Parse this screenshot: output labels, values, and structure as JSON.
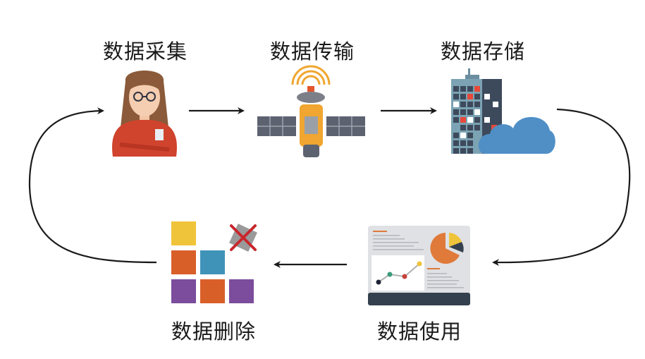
{
  "stages": [
    {
      "label": "数据采集",
      "icon": "person-icon"
    },
    {
      "label": "数据传输",
      "icon": "satellite-icon"
    },
    {
      "label": "数据存储",
      "icon": "building-cloud-icon"
    },
    {
      "label": "数据使用",
      "icon": "dashboard-icon"
    },
    {
      "label": "数据删除",
      "icon": "blocks-delete-icon"
    }
  ],
  "colors": {
    "arrow": "#1a1a1a",
    "orange": "#d9622b",
    "yellow": "#f0c43a",
    "blue": "#3f93b8",
    "purple": "#7b4d9c",
    "cloud": "#4f8fc6",
    "red": "#c8272d"
  }
}
